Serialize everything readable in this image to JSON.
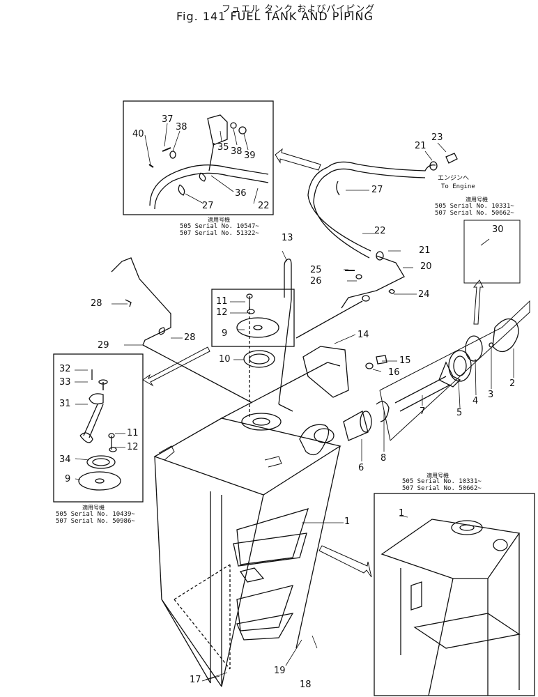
{
  "title": {
    "japanese": "フュエル タンク およびパイピング",
    "english": "Fig. 141 FUEL TANK AND PIPING"
  },
  "to_engine": {
    "japanese": "エンジンへ",
    "english": "To Engine"
  },
  "serial_blocks": {
    "top_right": {
      "heading": "適用号機",
      "line1": "505 Serial No. 10331~",
      "line2": "507 Serial No. 50662~"
    },
    "top_left_inset": {
      "heading": "適用号機",
      "line1": "505 Serial No. 10547~",
      "line2": "507 Serial No. 51322~"
    },
    "left_inset": {
      "heading": "適用号機",
      "line1": "505 Serial No. 10439~",
      "line2": "507 Serial No. 50986~"
    },
    "bottom_right": {
      "heading": "適用号機",
      "line1": "505 Serial No. 10331~",
      "line2": "507 Serial No. 50662~"
    }
  },
  "callouts": {
    "c1": "1",
    "c1b": "1",
    "c2": "2",
    "c3": "3",
    "c4": "4",
    "c5": "5",
    "c6": "6",
    "c7": "7",
    "c8": "8",
    "c9a": "9",
    "c9b": "9",
    "c10": "10",
    "c11a": "11",
    "c11b": "11",
    "c12a": "12",
    "c12b": "12",
    "c13": "13",
    "c14": "14",
    "c15": "15",
    "c16": "16",
    "c17": "17",
    "c18": "18",
    "c19": "19",
    "c20": "20",
    "c21a": "21",
    "c21b": "21",
    "c22a": "22",
    "c22b": "22",
    "c23": "23",
    "c24": "24",
    "c25": "25",
    "c26": "26",
    "c27a": "27",
    "c27b": "27",
    "c28a": "28",
    "c28b": "28",
    "c29": "29",
    "c30": "30",
    "c31": "31",
    "c32": "32",
    "c33": "33",
    "c34": "34",
    "c35": "35",
    "c36": "36",
    "c37": "37",
    "c38a": "38",
    "c38b": "38",
    "c39": "39",
    "c40": "40"
  },
  "colors": {
    "ink": "#111111",
    "paper": "#ffffff"
  }
}
